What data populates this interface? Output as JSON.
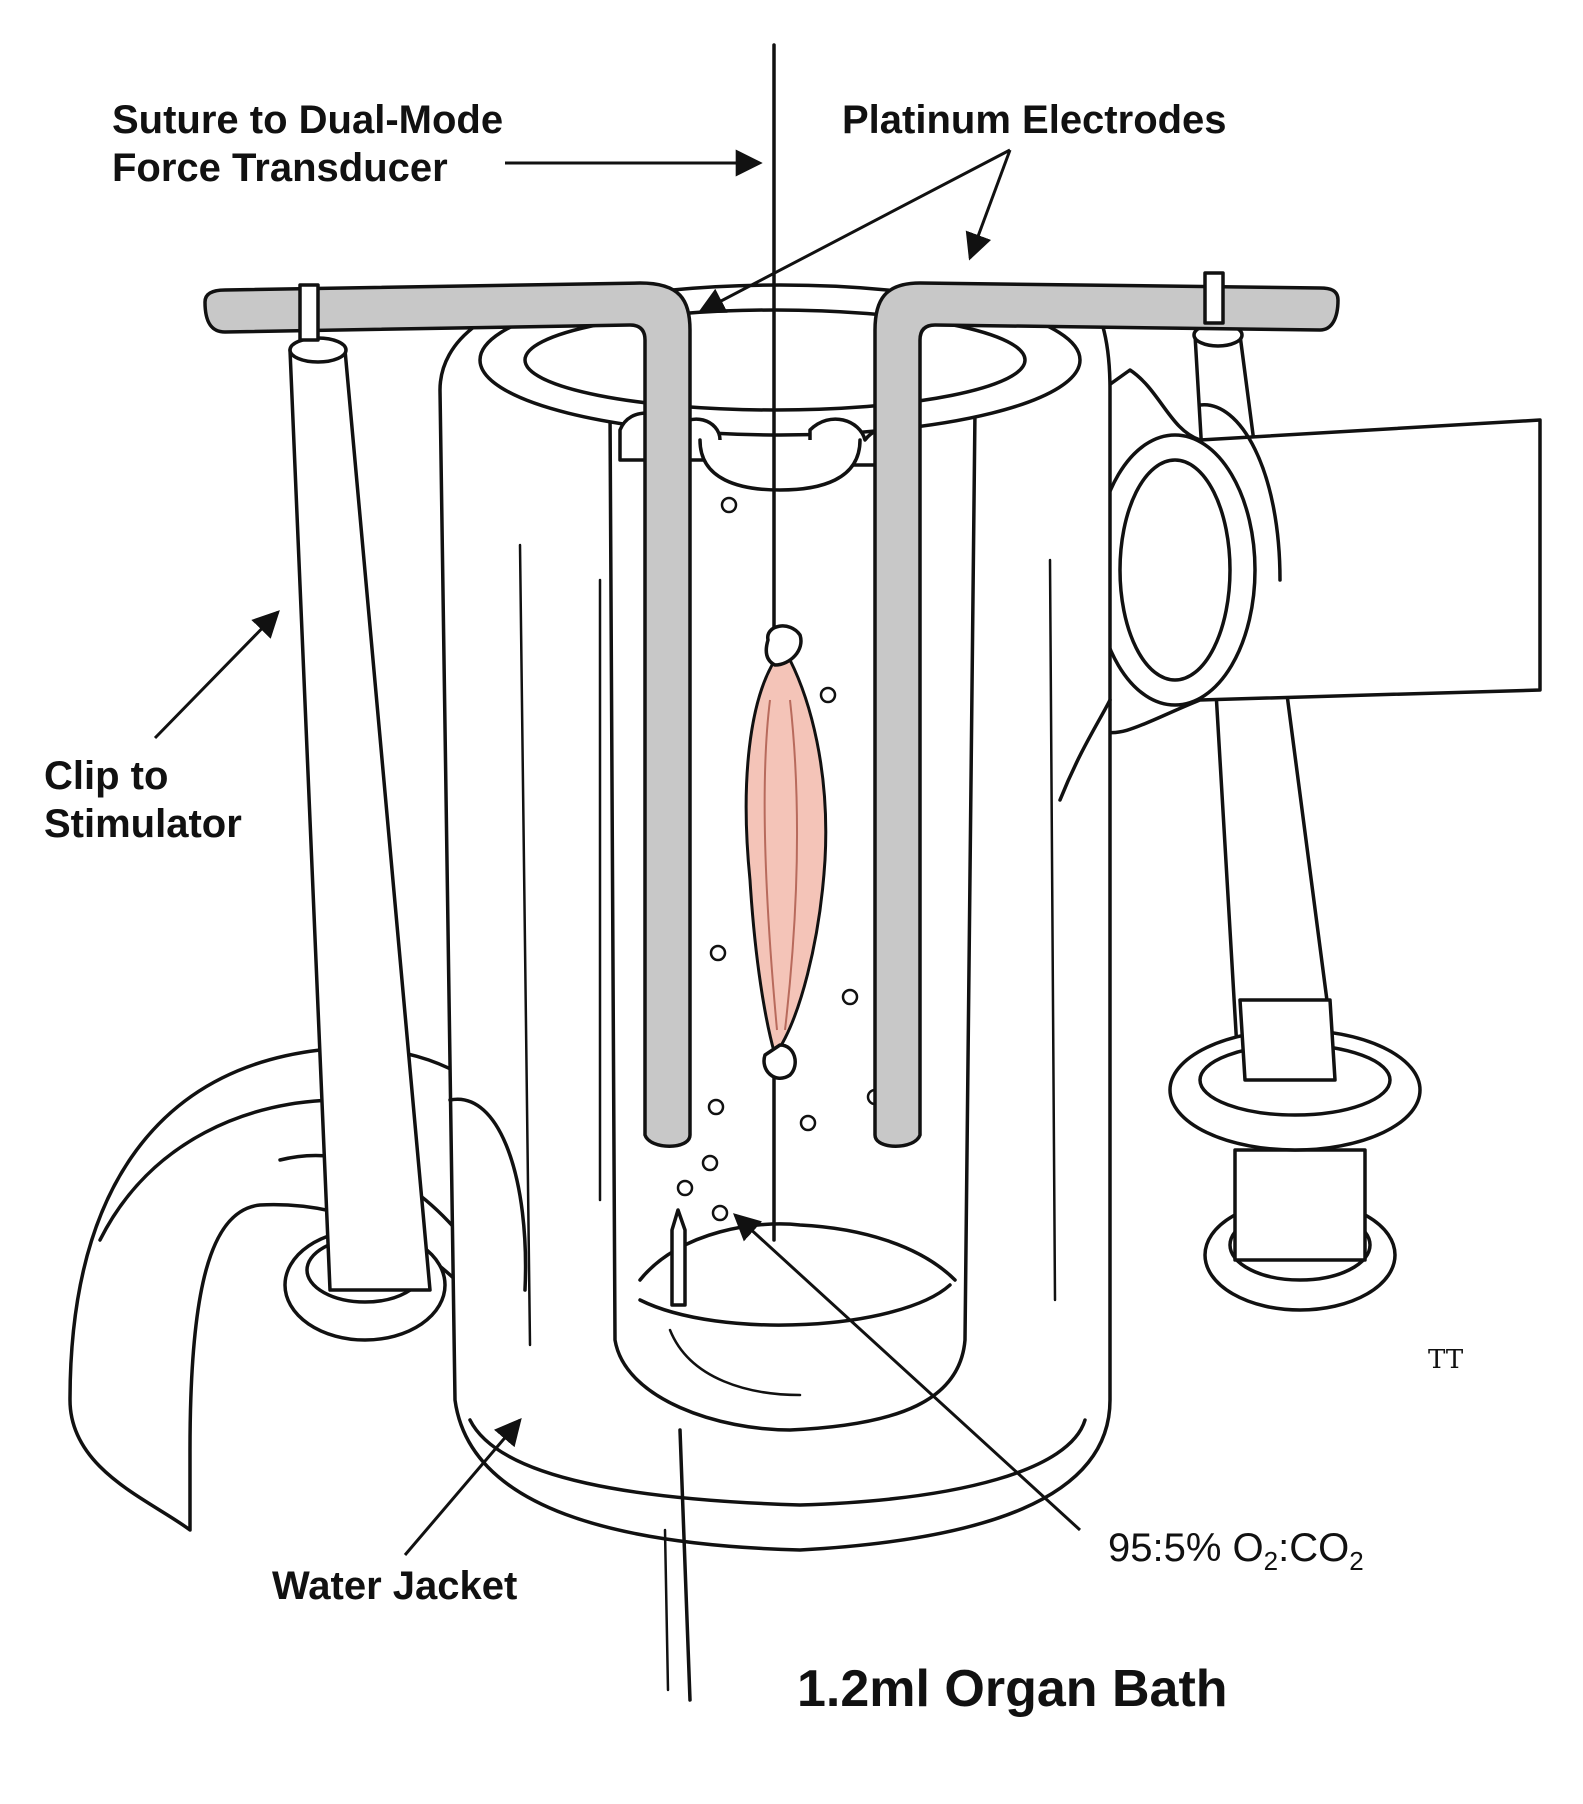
{
  "labels": {
    "suture_line1": "Suture to Dual-Mode",
    "suture_line2": "Force Transducer",
    "electrodes": "Platinum Electrodes",
    "clip_line1": "Clip to",
    "clip_line2": "Stimulator",
    "gas_prefix": "95:5% O",
    "gas_sub1": "2",
    "gas_mid": ":CO",
    "gas_sub2": "2",
    "water_jacket": "Water Jacket",
    "title": "1.2ml Organ Bath",
    "signature": "TT"
  },
  "colors": {
    "electrode_fill": "#c8c8c8",
    "muscle_fill": "#f4c4b8",
    "muscle_stroke": "#b86a5c",
    "ink": "#111111"
  }
}
